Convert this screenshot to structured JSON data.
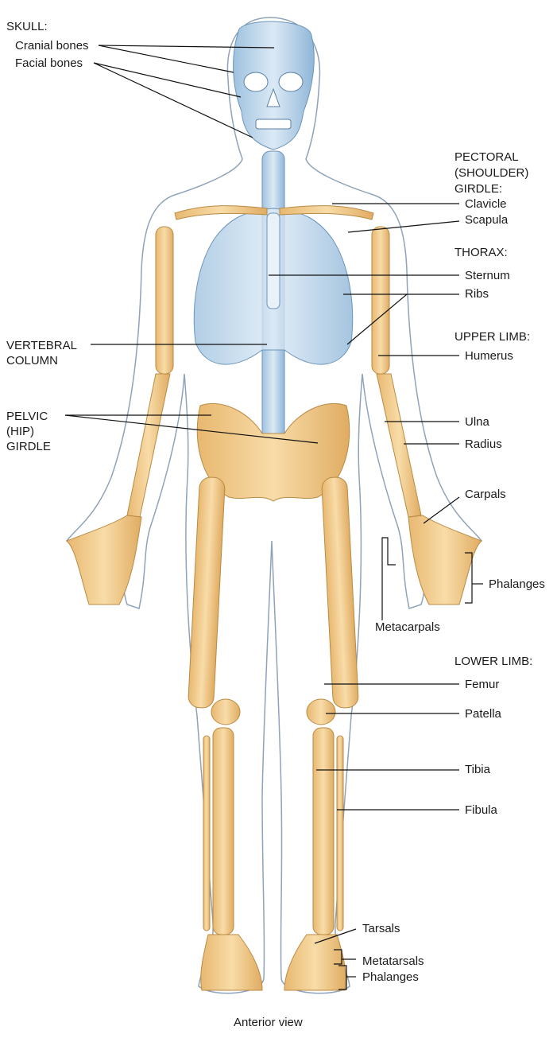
{
  "headings": {
    "skull": "SKULL:",
    "pectoral": [
      "PECTORAL",
      "(SHOULDER)",
      "GIRDLE:"
    ],
    "thorax": "THORAX:",
    "vertebral": [
      "VERTEBRAL",
      "COLUMN"
    ],
    "upper_limb": "UPPER LIMB:",
    "pelvic": [
      "PELVIC",
      "(HIP)",
      "GIRDLE"
    ],
    "lower_limb": "LOWER LIMB:"
  },
  "labels": {
    "cranial_bones": "Cranial bones",
    "facial_bones": "Facial bones",
    "clavicle": "Clavicle",
    "scapula": "Scapula",
    "sternum": "Sternum",
    "ribs": "Ribs",
    "humerus": "Humerus",
    "ulna": "Ulna",
    "radius": "Radius",
    "carpals": "Carpals",
    "phalanges_hand": "Phalanges",
    "metacarpals": "Metacarpals",
    "femur": "Femur",
    "patella": "Patella",
    "tibia": "Tibia",
    "fibula": "Fibula",
    "tarsals": "Tarsals",
    "metatarsals": "Metatarsals",
    "phalanges_foot": "Phalanges"
  },
  "caption": "Anterior view",
  "colors": {
    "appendicular_bone": "#f2cd8f",
    "axial_bone": "#c5dcef",
    "body_outline": "#8ea3b8",
    "leader_line": "#111111"
  }
}
